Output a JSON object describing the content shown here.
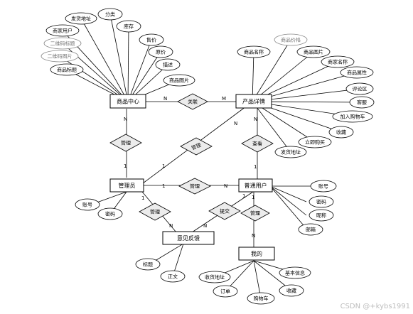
{
  "entities": {
    "product_center": "商品中心",
    "product_details": "产品详情",
    "admin": "管理员",
    "user": "普通用户",
    "feedback": "意见反馈",
    "mine": "我的"
  },
  "relationships": {
    "link": "关联",
    "manage_pc": "管理",
    "manage_pd": "管理",
    "view": "查看",
    "manage_au": "管理",
    "manage_fb": "管理",
    "submit": "提交",
    "manage_mine": "管理"
  },
  "cardinalities": {
    "pc_link": "N",
    "link_pd": "M",
    "pc_manage": "N",
    "manage_admin": "1",
    "admin_pdmanage": "1",
    "pdmanage_pd": "N",
    "pd_view": "N",
    "view_user": "1",
    "admin_au": "1",
    "au_user": "N",
    "admin_fb": "1",
    "fb_admin": "N",
    "fb_submit": "N",
    "submit_user": "1",
    "user_mine": "1",
    "mine_user": "N"
  },
  "attributes": {
    "product_center": [
      "商家用户",
      "发货地址",
      "分类",
      "二维码标题",
      "二维码图片",
      "商品标题",
      "库存",
      "售价",
      "原价",
      "描述",
      "商品图片"
    ],
    "product_details": [
      "商品名称",
      "商品价格",
      "商品图片",
      "商家名称",
      "商品属性",
      "评论区",
      "客服",
      "加入购物车",
      "收藏",
      "立即购买",
      "发货地址"
    ],
    "admin": [
      "账号",
      "密码"
    ],
    "user": [
      "账号",
      "密码",
      "昵称",
      "邮箱"
    ],
    "feedback": [
      "标题",
      "正文"
    ],
    "mine": [
      "收货地址",
      "基本信息",
      "订单",
      "购物车",
      "收藏"
    ]
  },
  "faded_attributes": [
    "二维码标题",
    "二维码图片",
    "商品价格"
  ],
  "watermark": "CSDN @+kybs1991"
}
